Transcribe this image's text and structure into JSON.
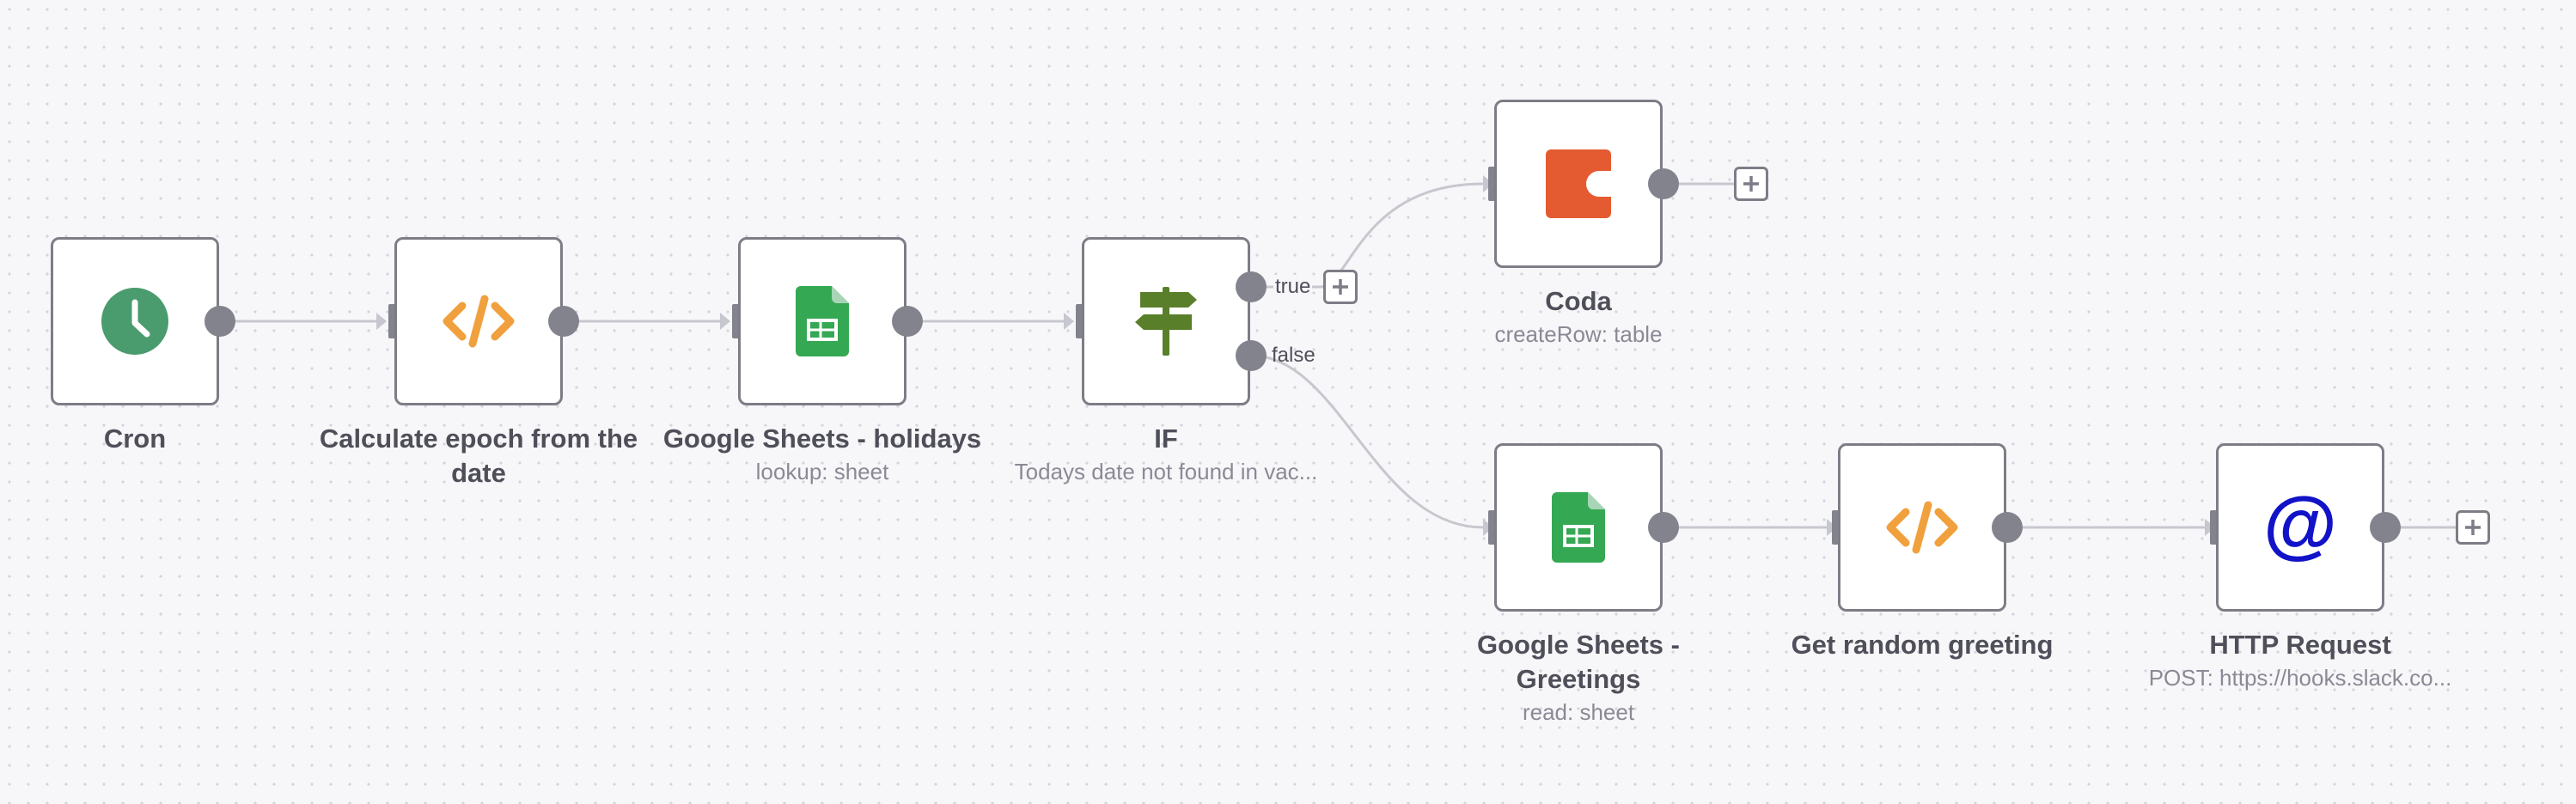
{
  "canvas": {
    "nodes": [
      {
        "key": "cron",
        "title": "Cron",
        "subtitle": "",
        "icon": "clock-icon"
      },
      {
        "key": "calc",
        "title": "Calculate epoch from the date",
        "subtitle": "",
        "icon": "code-icon"
      },
      {
        "key": "gs_holidays",
        "title": "Google Sheets - holidays",
        "subtitle": "lookup: sheet",
        "icon": "google-sheets-icon"
      },
      {
        "key": "if",
        "title": "IF",
        "subtitle": "Todays date not found in vac...",
        "icon": "signpost-icon"
      },
      {
        "key": "coda",
        "title": "Coda",
        "subtitle": "createRow: table",
        "icon": "coda-icon"
      },
      {
        "key": "gs_greetings",
        "title": "Google Sheets - Greetings",
        "subtitle": "read: sheet",
        "icon": "google-sheets-icon"
      },
      {
        "key": "random",
        "title": "Get random greeting",
        "subtitle": "",
        "icon": "code-icon"
      },
      {
        "key": "http",
        "title": "HTTP Request",
        "subtitle": "POST: https://hooks.slack.co...",
        "icon": "at-sign-icon"
      }
    ],
    "branches": {
      "true_label": "true",
      "false_label": "false"
    }
  },
  "colors": {
    "cron_green": "#4a9c6e",
    "code_orange": "#f0a03c",
    "sheets_green": "#35a853",
    "signpost_green": "#5a7f2a",
    "coda_orange": "#e45b32",
    "http_blue": "#1212c8",
    "connector_gray": "#83838e",
    "edge_gray": "#c7c7cf"
  }
}
